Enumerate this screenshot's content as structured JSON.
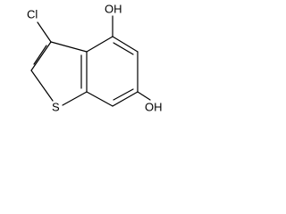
{
  "molecule": {
    "atoms": {
      "chloro": "Cl",
      "hydroxyl_top": "OH",
      "hydroxyl_right": "OH",
      "sulfur": "S"
    },
    "ink_color": "#000000",
    "background_color": "#ffffff"
  }
}
